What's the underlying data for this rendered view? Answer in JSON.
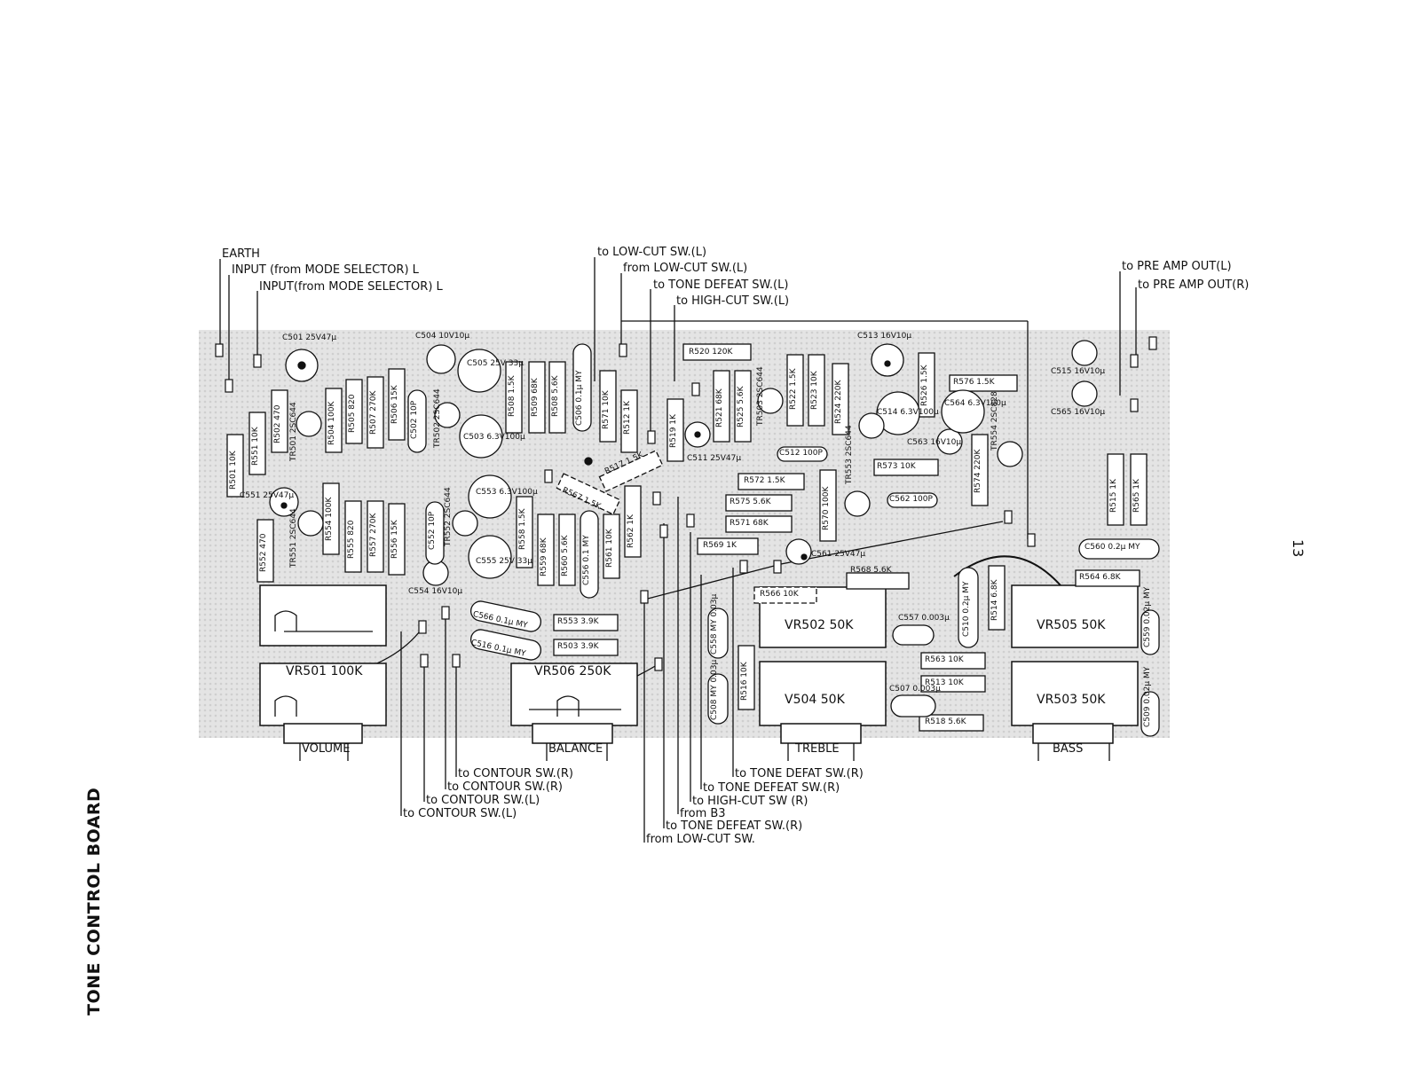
{
  "title": "TONE CONTROL BOARD",
  "page_number": "13",
  "top_labels": {
    "earth": "EARTH",
    "input1": "INPUT (from MODE SELECTOR) L",
    "input2": "INPUT(from MODE SELECTOR) L",
    "low_cut_to": "to LOW-CUT SW.(L)",
    "low_cut_from": "from LOW-CUT SW.(L)",
    "tone_defeat": "to TONE DEFEAT SW.(L)",
    "high_cut": "to HIGH-CUT SW.(L)",
    "pre_amp_l": "to PRE AMP OUT(L)",
    "pre_amp_r": "to PRE AMP OUT(R)"
  },
  "bottom_labels": {
    "contour_r1": "to CONTOUR SW.(R)",
    "contour_r2": "to CONTOUR SW.(R)",
    "contour_l1": "to CONTOUR SW.(L)",
    "contour_l2": "to CONTOUR SW.(L)",
    "tone_defat_r": "to TONE DEFAT SW.(R)",
    "tone_defeat_r1": "to TONE DEFEAT SW.(R)",
    "high_cut_r": "to HIGH-CUT SW (R)",
    "from_b3": "from B3",
    "tone_defeat_r2": "to TONE DEFEAT SW.(R)",
    "from_low_cut": "from LOW-CUT SW."
  },
  "controls": {
    "vr501": "VR501 100K",
    "volume": "VOLUME",
    "vr506": "VR506 250K",
    "balance": "BALANCE",
    "vr502": "VR502 50K",
    "v504": "V504 50K",
    "treble": "TREBLE",
    "vr505": "VR505 50K",
    "vr503": "VR503 50K",
    "bass": "BASS"
  },
  "components": [
    "C501 25V47μ",
    "C504 10V10μ",
    "C505 25V 33μ",
    "R508 1.5K",
    "R509 68K",
    "R508 5.6K",
    "C506 0.1μ MY",
    "R571 10K",
    "R512 1K",
    "R519 1K",
    "R520 120K",
    "R521 68K",
    "R525 5.6K",
    "TR503 2SC644",
    "R522 1.5K",
    "R523 10K",
    "R524 220K",
    "C513 16V10μ",
    "R526 1.5K",
    "R576 1.5K",
    "C564 6.3V100μ",
    "C515 16V10μ",
    "C565 16V10μ",
    "R501 10K",
    "R551 10K",
    "R502 470",
    "TR501 2SC644",
    "R504 100K",
    "R505 820",
    "R507 270K",
    "R506 15K",
    "C502 10P",
    "TR502 2SC644",
    "C503 6.3V100μ",
    "C511 25V47μ",
    "C512 100P",
    "C514 6.3V100μ",
    "C563 16V10μ",
    "R573 10K",
    "R574 220K",
    "TR554 2SC828",
    "C551 25V47μ",
    "R552 470",
    "TR551 2SC644",
    "R554 100K",
    "R555 820",
    "R557 270K",
    "R556 15K",
    "C552 10P",
    "TR552 2SC644",
    "C553 6.3V100μ",
    "C555 25V 33μ",
    "R558 1.5K",
    "R559 68K",
    "R560 5.6K",
    "C556 0.1 MY",
    "R561 10K",
    "R562 1K",
    "R567 1.5K",
    "R517 1.5K",
    "R572 1.5K",
    "R575 5.6K",
    "R571 68K",
    "R570 100K",
    "TR553 2SC644",
    "C562 100P",
    "R515 1K",
    "R565 1K",
    "C560 0.2μ MY",
    "R569 1K",
    "C561 25V47μ",
    "R568 5.6K",
    "R566 10K",
    "C557 0.003μ",
    "C510 0.2μ MY",
    "R514 6.8K",
    "R564 6.8K",
    "C559 0.02μ MY",
    "C554 16V10μ",
    "C566 0.1μ MY",
    "C516 0.1μ MY",
    "R553 3.9K",
    "R503 3.9K",
    "C558 MY 0.03μ",
    "C508 MY 0.03μ",
    "R516 10K",
    "R563 10K",
    "R513 10K",
    "C507 0.003μ",
    "R518 5.6K",
    "C509 0.02μ MY"
  ]
}
